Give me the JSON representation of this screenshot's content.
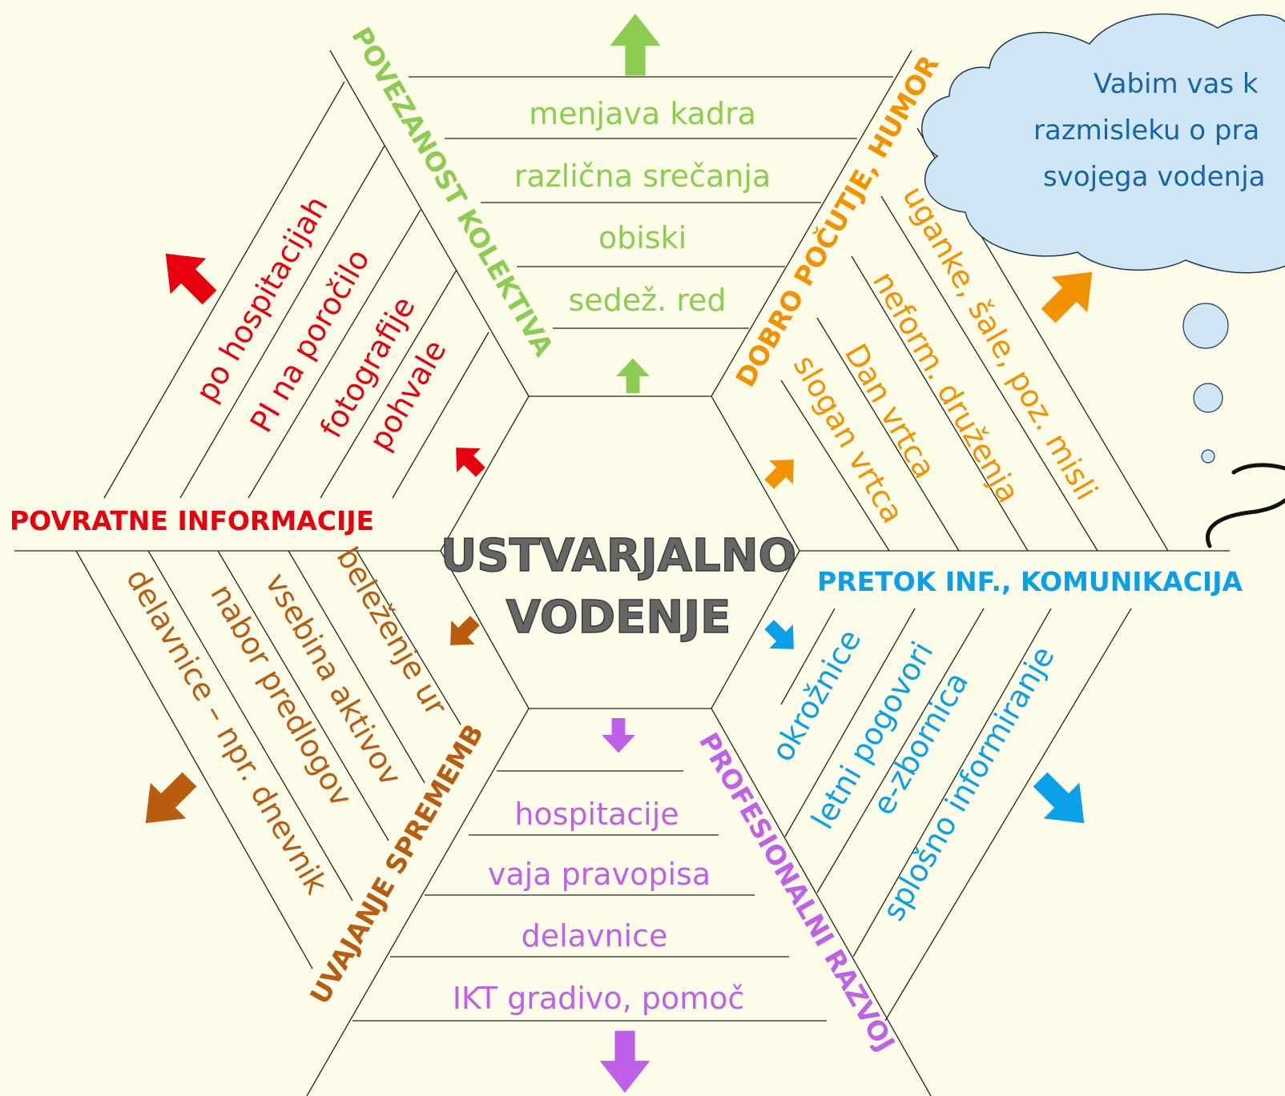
{
  "center": {
    "line1": "USTVARJALNO",
    "line2": "VODENJE"
  },
  "cloud": {
    "line1": "Vabim vas k",
    "line2": "razmisleku  o pra",
    "line3": "svojega vodenja"
  },
  "colors": {
    "green": "#8ccc50",
    "orange": "#f39200",
    "cyan": "#0aa0e8",
    "purple": "#c060e8",
    "brown": "#b85c10",
    "red": "#e8000e"
  },
  "sections": {
    "povezanost": {
      "title": "POVEZANOST KOLEKTIVA",
      "items": [
        "menjava kadra",
        "različna srečanja",
        "obiski",
        "sedež. red"
      ]
    },
    "dobro": {
      "title": "DOBRO POČUTJE, HUMOR",
      "items": [
        "uganke, šale, poz. misli",
        "neform. druženja",
        "Dan vrtca",
        "slogan vrtca"
      ]
    },
    "pretok": {
      "title": "PRETOK INF., KOMUNIKACIJA",
      "items": [
        "okrožnice",
        "letni pogovori",
        "e-zbornica",
        "splošno informiranje"
      ]
    },
    "profesionalni": {
      "title": "PROFESIONALNI RAZVOJ",
      "items": [
        "hospitacije",
        "vaja pravopisa",
        "delavnice",
        "IKT gradivo, pomoč"
      ]
    },
    "uvajanje": {
      "title": "UVAJANJE SPREMEMB",
      "items": [
        "beleženje ur",
        "vsebina aktivov",
        "nabor predlogov",
        "delavnice – npr. dnevnik"
      ]
    },
    "povratne": {
      "title": "POVRATNE INFORMACIJE",
      "items": [
        "po hospitacijah",
        "PI na poročilo",
        "fotografije",
        "pohvale"
      ]
    }
  }
}
